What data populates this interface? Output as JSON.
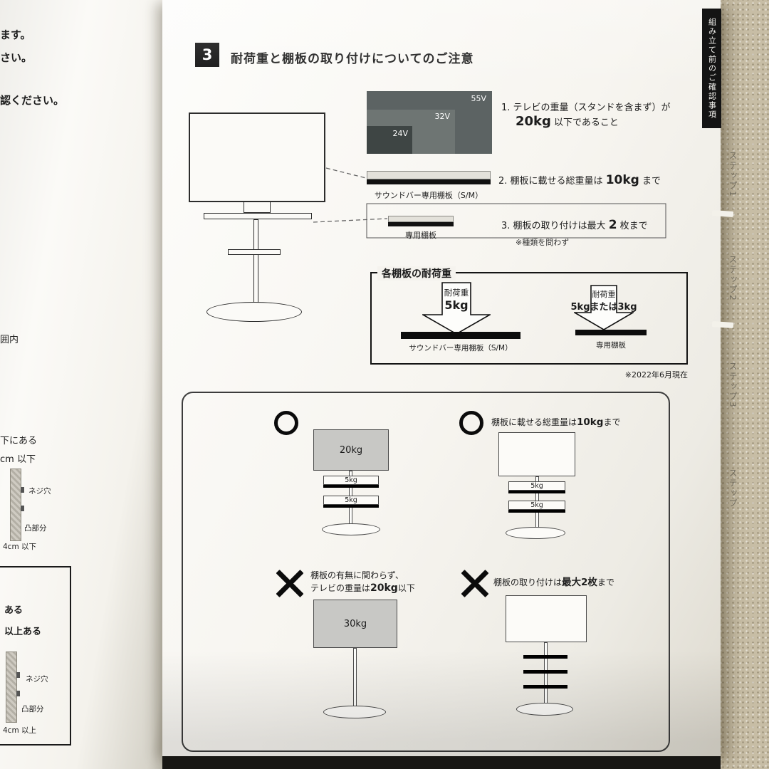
{
  "left_page": {
    "f1": "ます。",
    "f2": "さい。",
    "f3": "認ください。",
    "f4": "囲内",
    "f5": "下にある",
    "f6": "cm 以下",
    "d1_screw": "ネジ穴",
    "d1_tab": "凸部分",
    "d1_size": "4cm 以下",
    "box_l1": "ある",
    "box_l2": "以上ある",
    "box_screw": "ネジ穴",
    "box_tab": "凸部分",
    "box_size": "4cm 以上"
  },
  "header": {
    "num": "3",
    "title": "耐荷重と棚板の取り付けについてのご注意"
  },
  "tv_sizes": {
    "large": "55V",
    "medium": "32V",
    "small": "24V"
  },
  "notes": {
    "n1_line1": "1. テレビの重量（スタンドを含まず）が",
    "n1_bold": "20kg",
    "n1_rest": "以下であること",
    "n2_pre": "2. 棚板に載せる総重量は",
    "n2_bold": "10kg",
    "n2_post": "まで",
    "n3_pre": "3. 棚板の取り付けは最大",
    "n3_bold": "2",
    "n3_post": "枚まで",
    "n3_note": "※種類を問わず"
  },
  "shelves": {
    "soundbar": "サウンドバー専用棚板（S/M）",
    "dedicated": "専用棚板"
  },
  "load_box": {
    "title": "各棚板の耐荷重",
    "arrow1_label": "耐荷重",
    "arrow1_value": "5kg",
    "arrow2_label": "耐荷重",
    "arrow2_value": "5kgまたは3kg",
    "bar1_label": "サウンドバー専用棚板（S/M）",
    "bar2_label": "専用棚板",
    "footnote": "※2022年6月現在"
  },
  "examples": {
    "tl": {
      "tv": "20kg",
      "shelf1": "5kg",
      "shelf2": "5kg"
    },
    "tr": {
      "cap_pre": "棚板に載せる総重量は",
      "cap_bold": "10kg",
      "cap_post": "まで",
      "shelf1": "5kg",
      "shelf2": "5kg"
    },
    "bl": {
      "cap1": "棚板の有無に関わらず、",
      "cap2_pre": "テレビの重量は",
      "cap2_bold": "20kg",
      "cap2_post": "以下",
      "tv": "30kg"
    },
    "br": {
      "cap_pre": "棚板の取り付けは",
      "cap_bold": "最大2枚",
      "cap_post": "まで"
    }
  },
  "sidebar": {
    "tab": "組み立て前のご確認事項",
    "steps": [
      "ステップ1",
      "ステップ2",
      "ステップ3",
      "ステップ"
    ]
  }
}
